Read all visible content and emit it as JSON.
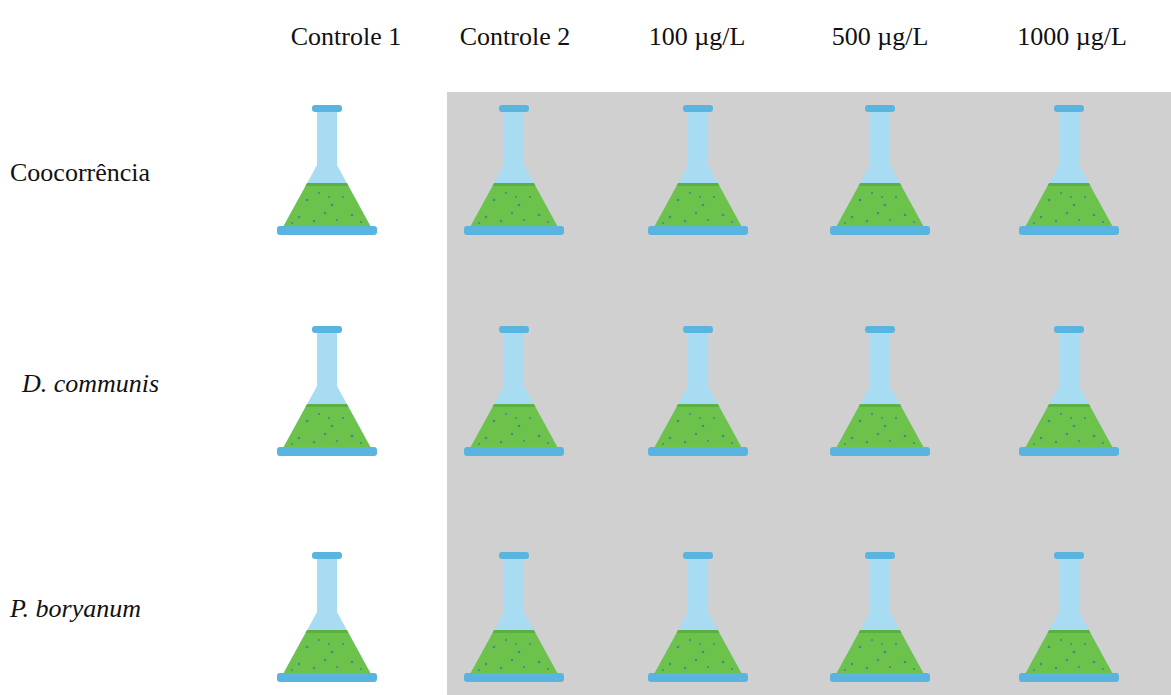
{
  "diagram": {
    "labels": [
      "Controle 1",
      "Controle 2",
      "100 µg/L",
      "500 µg/L",
      "1000 µg/L",
      "Coocorrência",
      "D. communis",
      "P. boryanum"
    ]
  }
}
